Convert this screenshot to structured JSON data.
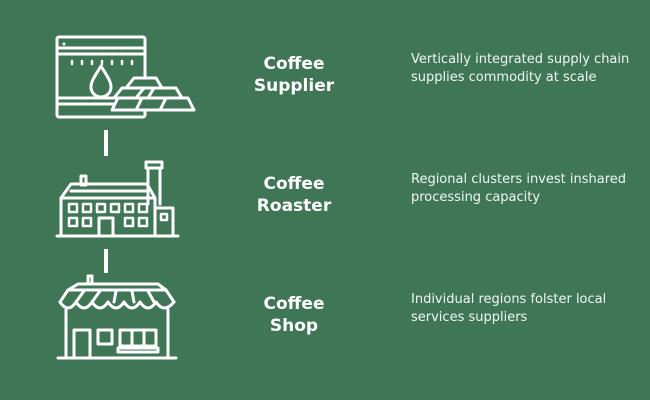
{
  "stages": [
    {
      "title_line1": "Coffee",
      "title_line2": "Supplier",
      "description": "Vertically integrated supply chain supplies commodity at scale",
      "icon": "oil-barrel-gold-bars-icon"
    },
    {
      "title_line1": "Coffee",
      "title_line2": "Roaster",
      "description": "Regional clusters invest inshared processing capacity",
      "icon": "factory-icon"
    },
    {
      "title_line1": "Coffee",
      "title_line2": "Shop",
      "description": "Individual regions folster local services suppliers",
      "icon": "storefront-icon"
    }
  ],
  "colors": {
    "background": "#3f7656",
    "foreground": "#ffffff"
  }
}
